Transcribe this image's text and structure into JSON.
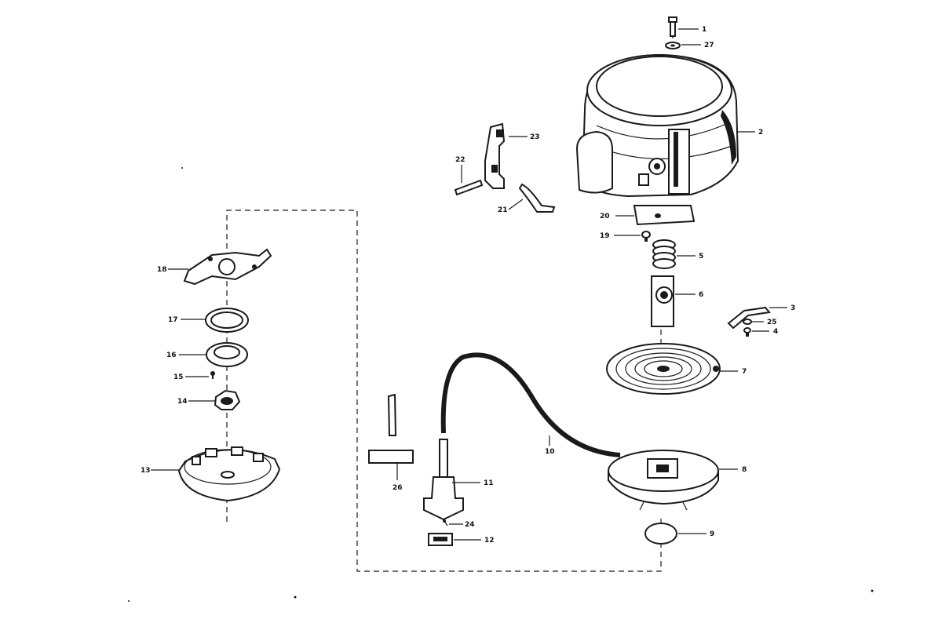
{
  "diagram": {
    "callouts": [
      {
        "id": "1",
        "text": "1"
      },
      {
        "id": "27",
        "text": "27"
      },
      {
        "id": "2",
        "text": "2"
      },
      {
        "id": "23",
        "text": "23"
      },
      {
        "id": "22",
        "text": "22"
      },
      {
        "id": "21",
        "text": "21"
      },
      {
        "id": "20",
        "text": "20"
      },
      {
        "id": "19",
        "text": "19"
      },
      {
        "id": "5",
        "text": "5"
      },
      {
        "id": "6",
        "text": "6"
      },
      {
        "id": "3",
        "text": "3"
      },
      {
        "id": "25",
        "text": "25"
      },
      {
        "id": "4",
        "text": "4"
      },
      {
        "id": "7",
        "text": "7"
      },
      {
        "id": "8",
        "text": "8"
      },
      {
        "id": "9",
        "text": "9"
      },
      {
        "id": "10",
        "text": "10"
      },
      {
        "id": "11",
        "text": "11"
      },
      {
        "id": "24",
        "text": "24"
      },
      {
        "id": "12",
        "text": "12"
      },
      {
        "id": "26",
        "text": "26"
      },
      {
        "id": "18",
        "text": "18"
      },
      {
        "id": "17",
        "text": "17"
      },
      {
        "id": "16",
        "text": "16"
      },
      {
        "id": "15",
        "text": "15"
      },
      {
        "id": "14",
        "text": "14"
      },
      {
        "id": "13",
        "text": "13"
      }
    ]
  }
}
